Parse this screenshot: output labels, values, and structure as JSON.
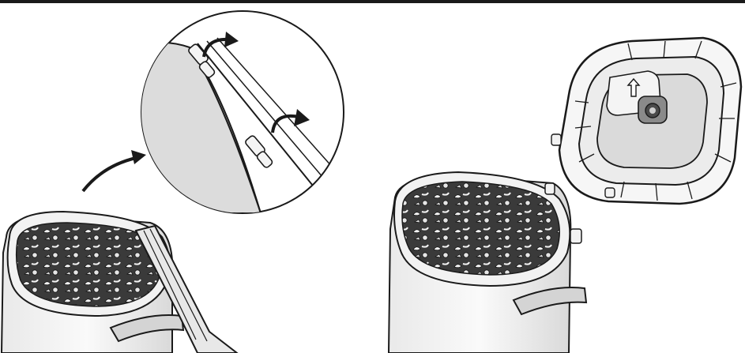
{
  "figure": {
    "panels": [
      "bin-with-open-lid",
      "hinge-detail",
      "bin-with-lid-removed"
    ],
    "top_bar_color": "#1a1a1a",
    "line_color": "#1a1a1a",
    "fill_light": "#f2f2f2",
    "fill_mid": "#dcdcdc",
    "fill_dark": "#3a3a3a",
    "icons": [
      "curved-arrow-icon",
      "rotate-arrow-icon",
      "up-arrow-icon"
    ]
  }
}
